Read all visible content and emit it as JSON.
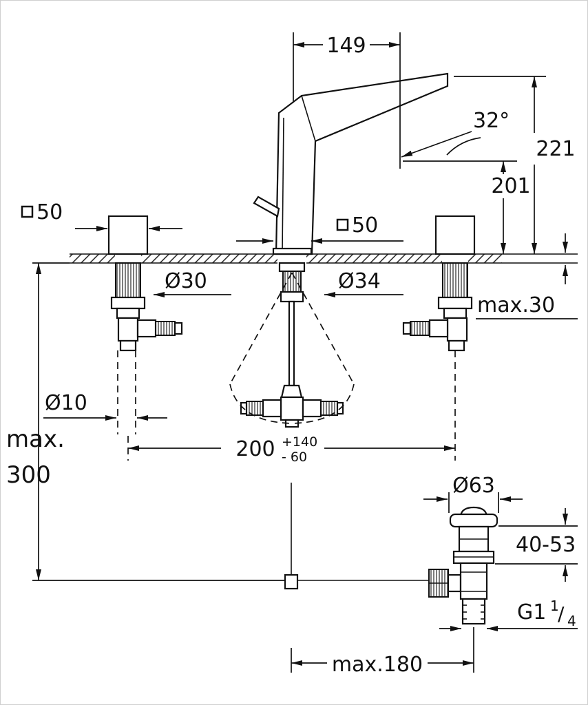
{
  "style": {
    "line_color": "#111111",
    "background": "#ffffff"
  },
  "labels": {
    "spout_projection": "149",
    "spout_angle": "32°",
    "total_height": "221",
    "outlet_height": "201",
    "handle_square": "50",
    "spout_square": "50",
    "handle_hole_dia": "Ø30",
    "spout_hole_dia": "Ø34",
    "deck_thickness": "max.30",
    "rod_dia": "Ø10",
    "depth_word": "max.",
    "depth_value": "300",
    "hole_distance": "200",
    "hole_distance_plus": "+140",
    "hole_distance_minus": "- 60",
    "drain_flange_dia": "Ø63",
    "drain_clamp_range": "40-53",
    "drain_thread": "G1",
    "drain_thread_num": "1",
    "drain_thread_slash": "/",
    "drain_thread_den": "4",
    "drain_offset": "max.180"
  }
}
